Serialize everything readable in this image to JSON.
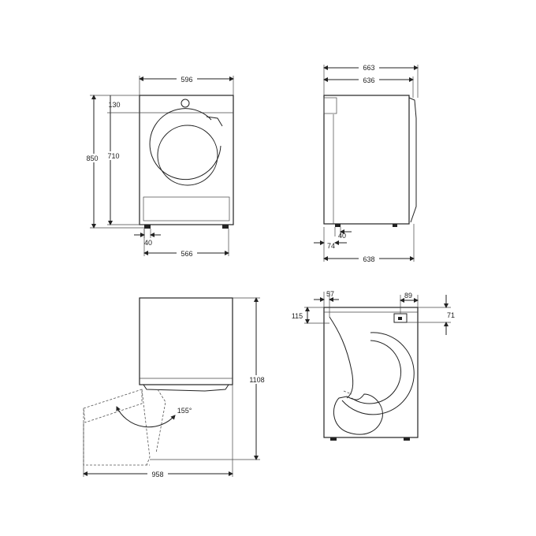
{
  "front_view": {
    "width_top": "596",
    "height_total": "850",
    "top_panel": "130",
    "door_height": "710",
    "foot_height": "40",
    "width_feet": "566"
  },
  "side_view": {
    "depth_total": "663",
    "depth_body": "636",
    "foot_offset": "40",
    "rear_offset": "74",
    "depth_base": "638"
  },
  "door_open_view": {
    "height_open": "1108",
    "angle": "155°",
    "width_open": "958"
  },
  "rear_view": {
    "left_offset": "57",
    "right_width": "89",
    "left_height": "115",
    "right_height": "71"
  }
}
